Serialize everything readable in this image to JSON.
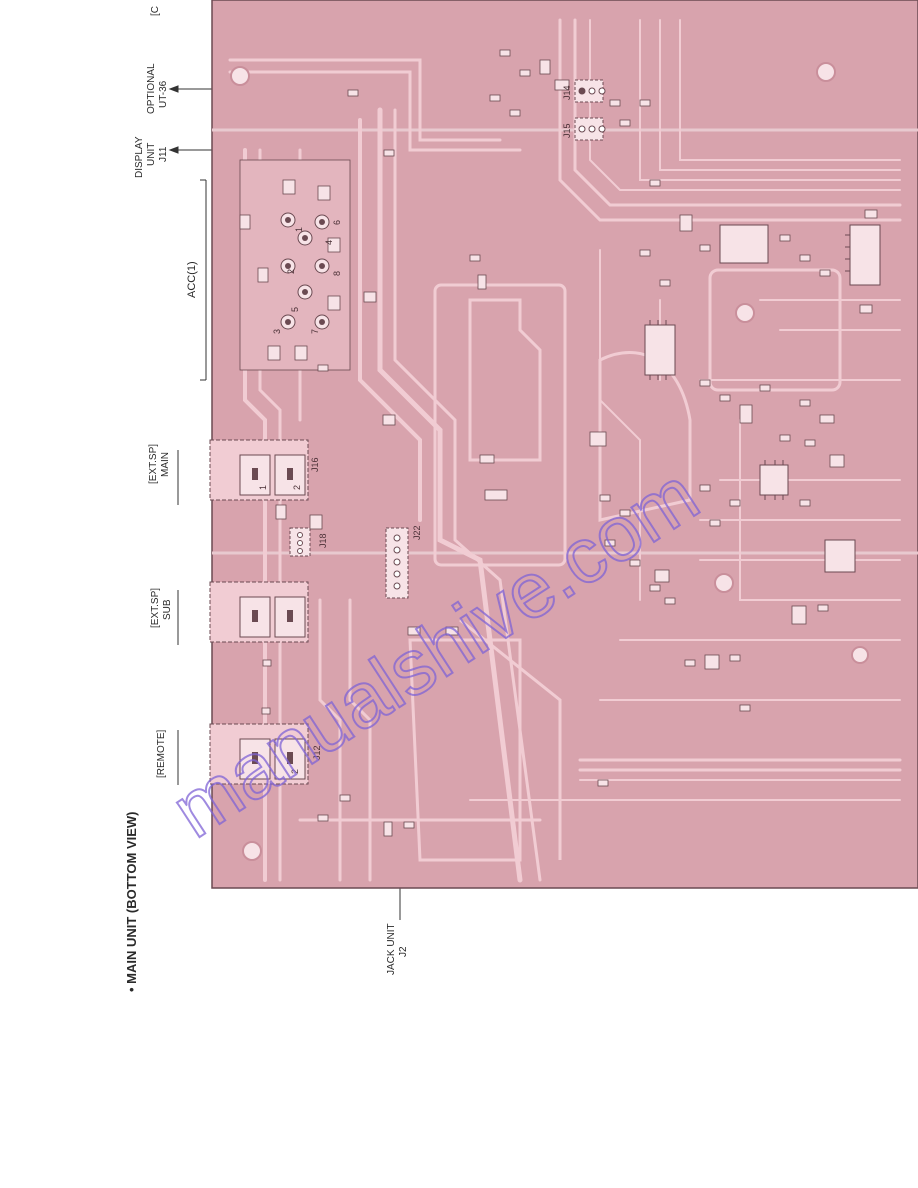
{
  "page": {
    "title": "• MAIN UNIT (BOTTOM VIEW)",
    "corner_fragment": "[C"
  },
  "connectors": {
    "optional": {
      "line1": "OPTIONAL",
      "line2": "UT-36"
    },
    "display": {
      "line1": "DISPLAY",
      "line2": "UNIT",
      "line3": "J11"
    },
    "acc": "ACC(1)",
    "ext_sp_main": {
      "line1": "[EXT.SP]",
      "line2": "MAIN"
    },
    "ext_sp_sub": {
      "line1": "[EXT.SP]",
      "line2": "SUB"
    },
    "remote": "[REMOTE]",
    "jack_unit": {
      "line1": "JACK UNIT",
      "line2": "J2"
    }
  },
  "board_labels": {
    "j16": "J16",
    "j18": "J18",
    "j22": "J22",
    "j12": "J12",
    "j14": "J14",
    "j15": "J15",
    "pin1": "1",
    "pin2": "2",
    "pin3": "3",
    "pin4": "4",
    "pin5": "5",
    "pin6": "6",
    "pin7": "7",
    "pin8": "8"
  },
  "watermark": "manualshive.com",
  "colors": {
    "board": "#d8a3ad",
    "trace": "#f1ccd3",
    "pad": "#f7e3e7",
    "outline": "#6b4a52",
    "watermark": "#7f63d6"
  }
}
